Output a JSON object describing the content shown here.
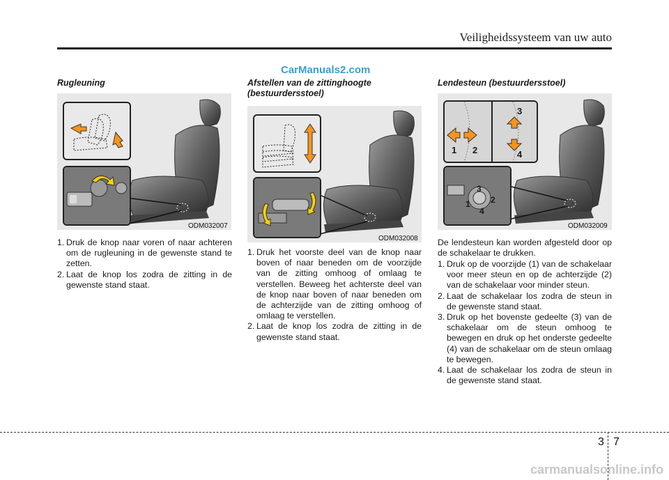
{
  "header": {
    "title": "Veiligheidssysteem van uw auto"
  },
  "watermark_top": "CarManuals2.com",
  "watermark_bottom": "carmanualsonline.info",
  "page": {
    "chapter": "3",
    "number": "7"
  },
  "colors": {
    "arrow_orange": "#f7941d",
    "arrow_yellow": "#ffd200",
    "figure_bg": "#e8e8e8"
  },
  "col1": {
    "title": "Rugleuning",
    "figure_code": "ODM032007",
    "steps": [
      {
        "num": "1.",
        "text": "Druk de knop naar voren of naar achteren om de rugleuning in de gewenste stand te zetten."
      },
      {
        "num": "2.",
        "text": "Laat de knop los zodra de zitting in de gewenste stand staat."
      }
    ]
  },
  "col2": {
    "title_line1": "Afstellen van de zittinghoogte",
    "title_line2": "(bestuurdersstoel)",
    "figure_code": "ODM032008",
    "steps": [
      {
        "num": "1.",
        "text": "Druk het voorste deel van de knop naar boven of naar beneden om de voorzijde van de zitting omhoog of omlaag te verstellen. Beweeg het achterste deel van de knop naar boven of naar beneden om de achterzijde van de zitting omhoog of omlaag te verstellen."
      },
      {
        "num": "2.",
        "text": "Laat de knop los zodra de zitting in de gewenste stand staat."
      }
    ]
  },
  "col3": {
    "title": "Lendesteun (bestuurdersstoel)",
    "figure_code": "ODM032009",
    "callouts": [
      "1",
      "2",
      "3",
      "4"
    ],
    "intro": "De lendesteun kan worden afgesteld door op de schakelaar te drukken.",
    "steps": [
      {
        "num": "1.",
        "text": "Druk op de voorzijde (1) van de schakelaar voor meer steun en op de achterzijde (2) van de schakelaar voor minder steun."
      },
      {
        "num": "2.",
        "text": "Laat de schakelaar los zodra de steun in de gewenste stand staat."
      },
      {
        "num": "3.",
        "text": "Druk op het bovenste gedeelte (3) van de schakelaar om de steun omhoog te bewegen en druk op het onderste gedeelte (4) van de schakelaar om de steun omlaag te bewegen."
      },
      {
        "num": "4.",
        "text": "Laat de schakelaar los zodra de steun in de gewenste stand staat."
      }
    ]
  }
}
